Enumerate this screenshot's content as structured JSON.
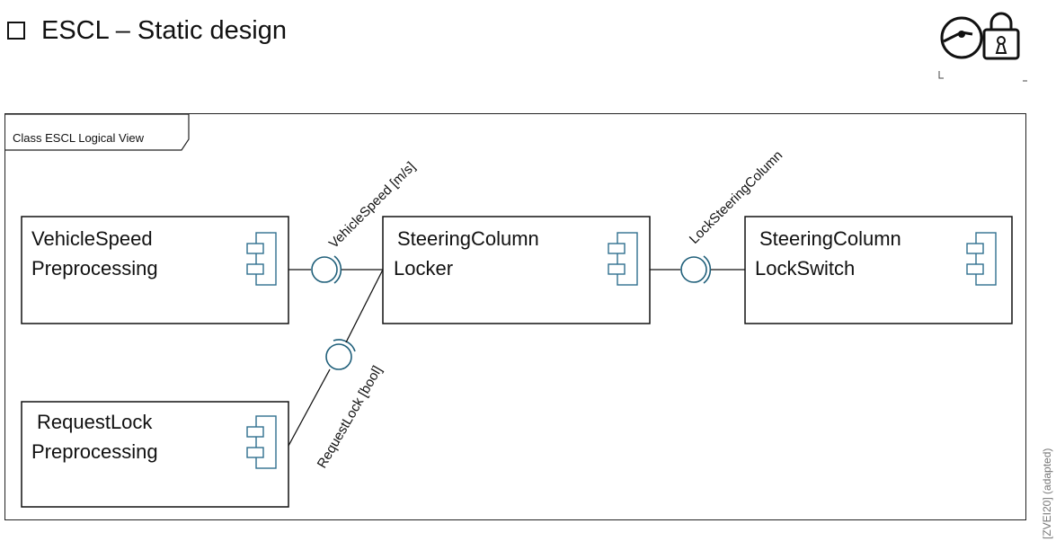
{
  "slide": {
    "title": "ESCL – Static design",
    "source_note": "[ZVEI20] (adapted)"
  },
  "diagram": {
    "frame_label": "Class ESCL Logical View",
    "components": [
      {
        "id": "vsp",
        "line1": "VehicleSpeed",
        "line2": "Preprocessing"
      },
      {
        "id": "scl",
        "line1": "SteeringColumn",
        "line2": "Locker"
      },
      {
        "id": "scls",
        "line1": "SteeringColumn",
        "line2": "LockSwitch"
      },
      {
        "id": "rlp",
        "line1": "RequestLock",
        "line2": "Preprocessing"
      }
    ],
    "interfaces": [
      {
        "id": "vehicle_speed",
        "label": "VehicleSpeed [m/s]"
      },
      {
        "id": "lock_steering_column",
        "label": "LockSteeringColumn"
      },
      {
        "id": "request_lock",
        "label": "RequestLock [bool]"
      }
    ]
  },
  "colors": {
    "interface": "#1f5f7a",
    "component_icon": "#2f6f8f",
    "line": "#111111"
  }
}
